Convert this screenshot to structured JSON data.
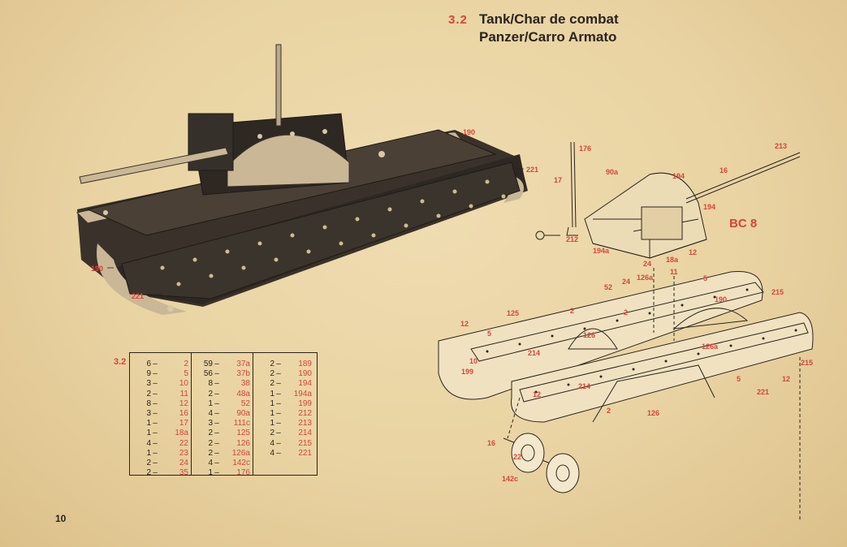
{
  "header": {
    "section_number": "3.2",
    "title_line1": "Tank/Char de combat",
    "title_line2": "Panzer/Carro Armato"
  },
  "page_number": "10",
  "parts_list": {
    "model_code": "3.2",
    "columns": [
      [
        {
          "qty": "6",
          "part": "2"
        },
        {
          "qty": "9",
          "part": "5"
        },
        {
          "qty": "3",
          "part": "10"
        },
        {
          "qty": "2",
          "part": "11"
        },
        {
          "qty": "8",
          "part": "12"
        },
        {
          "qty": "3",
          "part": "16"
        },
        {
          "qty": "1",
          "part": "17"
        },
        {
          "qty": "1",
          "part": "18a"
        },
        {
          "qty": "4",
          "part": "22"
        },
        {
          "qty": "1",
          "part": "23"
        },
        {
          "qty": "2",
          "part": "24"
        },
        {
          "qty": "2",
          "part": "35"
        }
      ],
      [
        {
          "qty": "59",
          "part": "37a"
        },
        {
          "qty": "56",
          "part": "37b"
        },
        {
          "qty": "8",
          "part": "38"
        },
        {
          "qty": "2",
          "part": "48a"
        },
        {
          "qty": "1",
          "part": "52"
        },
        {
          "qty": "4",
          "part": "90a"
        },
        {
          "qty": "3",
          "part": "111c"
        },
        {
          "qty": "2",
          "part": "125"
        },
        {
          "qty": "2",
          "part": "126"
        },
        {
          "qty": "2",
          "part": "126a"
        },
        {
          "qty": "4",
          "part": "142c"
        },
        {
          "qty": "1",
          "part": "176"
        }
      ],
      [
        {
          "qty": "2",
          "part": "189"
        },
        {
          "qty": "2",
          "part": "190"
        },
        {
          "qty": "2",
          "part": "194"
        },
        {
          "qty": "1",
          "part": "194a"
        },
        {
          "qty": "1",
          "part": "199"
        },
        {
          "qty": "1",
          "part": "212"
        },
        {
          "qty": "1",
          "part": "213"
        },
        {
          "qty": "2",
          "part": "214"
        },
        {
          "qty": "4",
          "part": "215"
        },
        {
          "qty": "4",
          "part": "221"
        }
      ]
    ]
  },
  "photo_labels": {
    "l190_top": "190",
    "l221_right": "221",
    "l190_left": "190",
    "l221_bottom": "221"
  },
  "diagram_labels": {
    "subassembly": "BC 8",
    "l176": "176",
    "l17": "17",
    "l90a": "90a",
    "l194_top": "194",
    "l16_top": "16",
    "l213": "213",
    "l194_right": "194",
    "l212": "212",
    "l194a": "194a",
    "l18a": "18a",
    "l12_sub": "12",
    "l24_sub": "24",
    "l11": "11",
    "l126a_top": "126a",
    "l24_mid": "24",
    "l52": "52",
    "l5_top": "5",
    "l215_top": "215",
    "l190_diag": "190",
    "l2_mid": "2",
    "l2_top": "2",
    "l125": "125",
    "l12_left": "12",
    "l5_left": "5",
    "l10": "10",
    "l214_left": "214",
    "l126": "126",
    "l126a_right": "126a",
    "l199": "199",
    "l214_mid": "214",
    "l2_bottom": "2",
    "l12_front": "12",
    "l126_bottom": "126",
    "l5_bottom": "5",
    "l221_diag": "221",
    "l12_right": "12",
    "l215_right": "215",
    "l16_bottom": "16",
    "l22": "22",
    "l142c": "142c"
  }
}
